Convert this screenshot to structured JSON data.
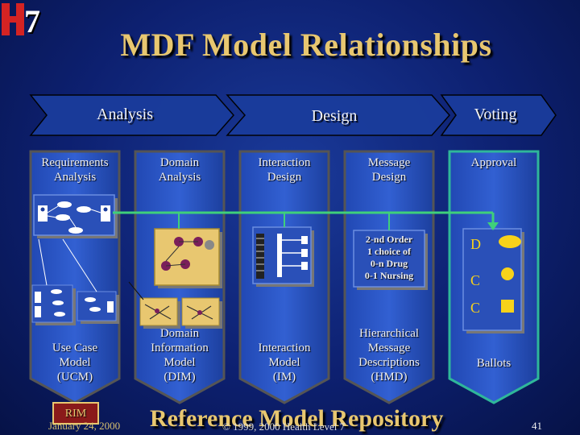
{
  "title": "MDF Model Relationships",
  "logo": {
    "text": "H7"
  },
  "phases": {
    "analysis": "Analysis",
    "design": "Design",
    "voting": "Voting"
  },
  "columns": [
    {
      "top": "Requirements\nAnalysis",
      "bottom": "Use Case\nModel\n(UCM)"
    },
    {
      "top": "Domain\nAnalysis",
      "bottom": "Domain\nInformation\nModel\n(DIM)"
    },
    {
      "top": "Interaction\nDesign",
      "bottom": "Interaction\nModel\n(IM)"
    },
    {
      "top": "Message\nDesign",
      "bottom": "Hierarchical\nMessage\nDescriptions\n(HMD)"
    },
    {
      "top": "Approval",
      "bottom": "Ballots"
    }
  ],
  "order_box": "2-nd Order\n1 choice of\n0-n Drug\n0-1 Nursing",
  "rim_label": "RIM",
  "repository": "Reference Model Repository",
  "footer": {
    "date": "January 24, 2000",
    "copyright": "© 1999, 2000 Health Level 7",
    "page": "41"
  },
  "colors": {
    "background": "#0d2070",
    "arrow_fill": "#2d57c4",
    "arrow_border": "#5a5a5a",
    "voting_border": "#2fb79a",
    "connector_green": "#3fd07a",
    "title_gold": "#e8c770",
    "ballot_yellow": "#f7d21a"
  }
}
